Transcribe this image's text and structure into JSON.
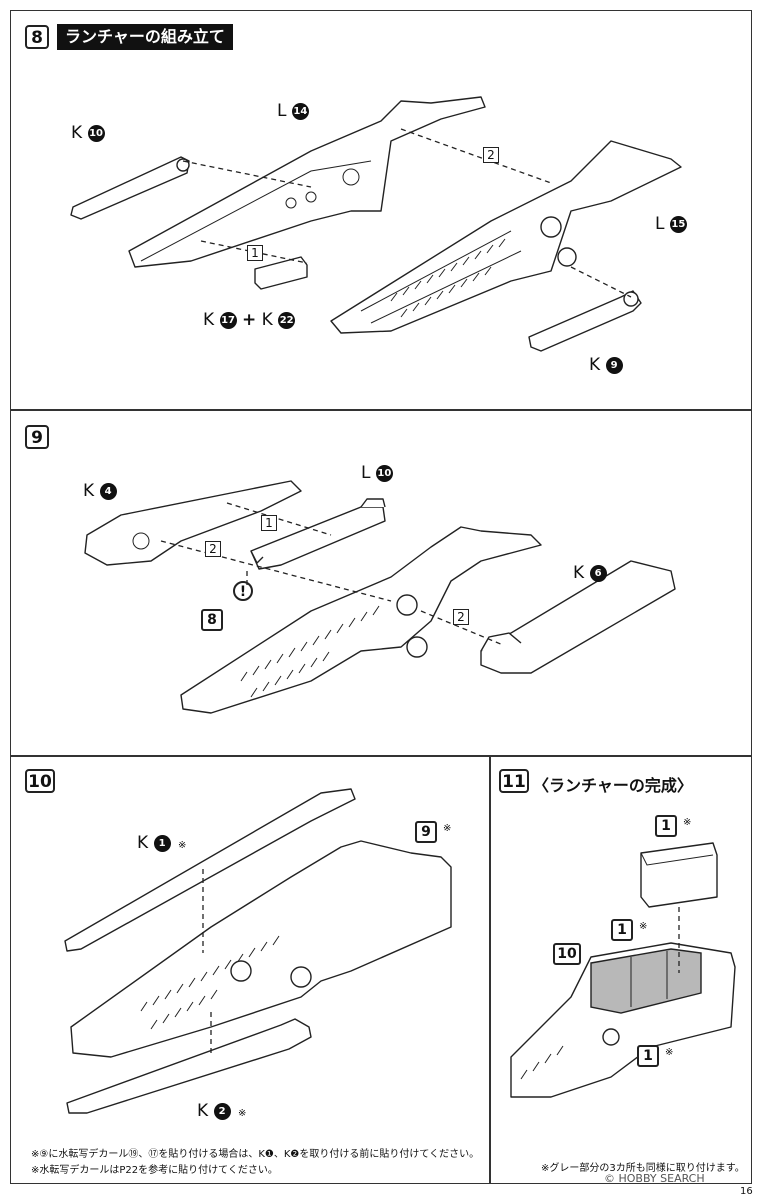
{
  "step8": {
    "num": "8",
    "title": "ランチャーの組み立て",
    "part_k10": "K",
    "part_k10_n": "10",
    "part_l14": "L",
    "part_l14_n": "14",
    "part_l15": "L",
    "part_l15_n": "15",
    "part_k9": "K",
    "part_k9_n": "9",
    "part_k17": "K",
    "part_k17_n": "17",
    "plus": "+",
    "part_k22": "K",
    "part_k22_n": "22",
    "arrow1": "1",
    "arrow2": "2"
  },
  "step9": {
    "num": "9",
    "part_k4": "K",
    "part_k4_n": "4",
    "part_l10": "L",
    "part_l10_n": "10",
    "part_k6": "K",
    "part_k6_n": "6",
    "arrow1": "1",
    "arrow2a": "2",
    "arrow2b": "2",
    "ref8": "8",
    "caution": "!"
  },
  "step10": {
    "num": "10",
    "part_k1": "K",
    "part_k1_n": "1",
    "part_k2": "K",
    "part_k2_n": "2",
    "ref9": "9",
    "kome": "※",
    "note1": "※⑨に水転写デカール⑲、⑰を貼り付ける場合は、K❶、K❷を取り付ける前に貼り付けてください。",
    "note2": "※水転写デカールはP22を参考に貼り付けてください。"
  },
  "step11": {
    "num": "11",
    "title": "〈ランチャーの完成〉",
    "ref1a": "1",
    "ref1b": "1",
    "ref1c": "1",
    "ref10": "10",
    "kome": "※",
    "note": "※グレー部分の3カ所も同様に取り付けます。"
  },
  "page_number": "16",
  "watermark": "© HOBBY SEARCH"
}
